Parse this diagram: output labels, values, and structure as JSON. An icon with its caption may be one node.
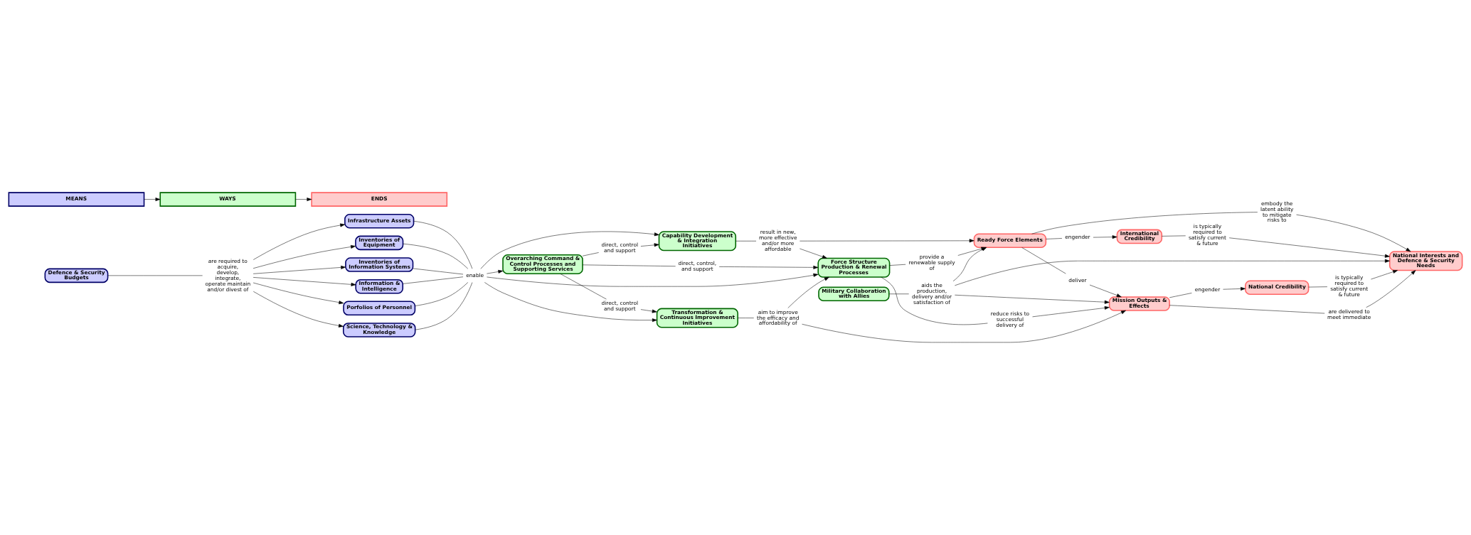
{
  "diagram": {
    "nodes": [
      {
        "text": [
          "Defence & Security Budgets"
        ]
      },
      {
        "text": [
          "Infrastructure Assets"
        ]
      },
      {
        "text": [
          "Inventories of Equipment"
        ]
      },
      {
        "text": [
          "Inventories of Information Systems"
        ]
      },
      {
        "text": [
          "Information & Intelligence"
        ]
      },
      {
        "text": [
          "Porfolios of Personnel"
        ]
      },
      {
        "text": [
          "Science, Technology & Knowledge"
        ]
      },
      {
        "text": [
          "Capability Development & Integration Initiatives"
        ]
      },
      {
        "text": [
          "Overarching Command & Control Processes and Supporting Services"
        ]
      },
      {
        "text": [
          "Transformation & Continuous Improvement Initiatives"
        ]
      },
      {
        "text": [
          "Force Structure Production & Renewal Processes"
        ]
      },
      {
        "text": [
          "Military Collaboration with Allies"
        ]
      },
      {
        "text": [
          "Ready Force Elements"
        ]
      },
      {
        "text": [
          "Mission Outputs & Effects"
        ]
      },
      {
        "text": [
          "International Credibility"
        ]
      },
      {
        "text": [
          "National Interests and Defence & Security Needs"
        ]
      },
      {
        "text": [
          "National Credibility"
        ]
      },
      {
        "text": [
          "MEANS"
        ]
      },
      {
        "text": [
          "WAYS"
        ]
      },
      {
        "text": [
          "ENDS"
        ]
      },
      {
        "text": [
          "are required to acquire, develop, integrate, operate maintain and/or divest of"
        ]
      },
      {
        "text": [
          "enable"
        ]
      },
      {
        "text": [
          "direct, control and support"
        ]
      },
      {
        "text": [
          "direct, control, and support"
        ]
      },
      {
        "text": [
          "direct, control and support"
        ]
      },
      {
        "text": [
          "result in new, more effective and/or more affordable"
        ]
      },
      {
        "text": [
          "aim to improve the efficacy and affordability of"
        ]
      },
      {
        "text": [
          "provide a renewable supply of"
        ]
      },
      {
        "text": [
          "reduce risks to successful delivery of"
        ]
      },
      {
        "text": [
          "deliver"
        ]
      },
      {
        "text": [
          "engender"
        ]
      },
      {
        "text": [
          "embody the latent ability to mitigate risks to"
        ]
      },
      {
        "text": [
          "aids the production, delivery and/or satisfaction of"
        ]
      },
      {
        "text": [
          "is typically required to satisfy current & future"
        ]
      },
      {
        "text": [
          "are delivered to meet immediate"
        ]
      },
      {
        "text": [
          "engender"
        ]
      },
      {
        "text": [
          "is typically required to satisfy current & future"
        ]
      }
    ],
    "edges": [
      {
        "from": 0,
        "to": 20,
        "arrow": "none"
      },
      {
        "from": 20,
        "to": 1,
        "arrow": "to"
      },
      {
        "from": 20,
        "to": 2,
        "arrow": "to"
      },
      {
        "from": 20,
        "to": 3,
        "arrow": "to"
      },
      {
        "from": 20,
        "to": 4,
        "arrow": "to"
      },
      {
        "from": 20,
        "to": 5,
        "arrow": "to"
      },
      {
        "from": 20,
        "to": 6,
        "arrow": "to"
      },
      {
        "from": 1,
        "to": 21,
        "arrow": "none"
      },
      {
        "from": 2,
        "to": 21,
        "arrow": "none"
      },
      {
        "from": 3,
        "to": 21,
        "arrow": "none"
      },
      {
        "from": 4,
        "to": 21,
        "arrow": "none"
      },
      {
        "from": 5,
        "to": 21,
        "arrow": "none"
      },
      {
        "from": 6,
        "to": 21,
        "arrow": "none"
      },
      {
        "from": 21,
        "to": 7,
        "arrow": "to"
      },
      {
        "from": 21,
        "to": 8,
        "arrow": "to"
      },
      {
        "from": 21,
        "to": 10,
        "arrow": "to"
      },
      {
        "from": 21,
        "to": 9,
        "arrow": "to"
      },
      {
        "from": 8,
        "to": 22,
        "arrow": "none"
      },
      {
        "from": 22,
        "to": 7,
        "arrow": "to"
      },
      {
        "from": 8,
        "to": 23,
        "arrow": "none"
      },
      {
        "from": 23,
        "to": 10,
        "arrow": "to"
      },
      {
        "from": 8,
        "to": 24,
        "arrow": "none"
      },
      {
        "from": 24,
        "to": 9,
        "arrow": "to"
      },
      {
        "from": 7,
        "to": 25,
        "arrow": "none"
      },
      {
        "from": 25,
        "to": 10,
        "arrow": "to"
      },
      {
        "from": 25,
        "to": 12,
        "arrow": "to"
      },
      {
        "from": 9,
        "to": 26,
        "arrow": "none"
      },
      {
        "from": 26,
        "to": 10,
        "arrow": "to"
      },
      {
        "from": 26,
        "to": 13,
        "arrow": "to"
      },
      {
        "from": 10,
        "to": 27,
        "arrow": "none"
      },
      {
        "from": 27,
        "to": 12,
        "arrow": "to"
      },
      {
        "from": 10,
        "to": 28,
        "arrow": "none"
      },
      {
        "from": 28,
        "to": 13,
        "arrow": "to"
      },
      {
        "from": 12,
        "to": 29,
        "arrow": "none"
      },
      {
        "from": 29,
        "to": 13,
        "arrow": "to"
      },
      {
        "from": 12,
        "to": 30,
        "arrow": "none"
      },
      {
        "from": 30,
        "to": 14,
        "arrow": "to"
      },
      {
        "from": 12,
        "to": 31,
        "arrow": "none"
      },
      {
        "from": 31,
        "to": 15,
        "arrow": "to"
      },
      {
        "from": 11,
        "to": 32,
        "arrow": "none"
      },
      {
        "from": 32,
        "to": 12,
        "arrow": "to"
      },
      {
        "from": 32,
        "to": 13,
        "arrow": "to"
      },
      {
        "from": 32,
        "to": 15,
        "arrow": "to"
      },
      {
        "from": 14,
        "to": 33,
        "arrow": "none"
      },
      {
        "from": 33,
        "to": 15,
        "arrow": "to"
      },
      {
        "from": 13,
        "to": 34,
        "arrow": "none"
      },
      {
        "from": 34,
        "to": 15,
        "arrow": "to"
      },
      {
        "from": 13,
        "to": 35,
        "arrow": "none"
      },
      {
        "from": 35,
        "to": 16,
        "arrow": "to"
      },
      {
        "from": 16,
        "to": 36,
        "arrow": "none"
      },
      {
        "from": 36,
        "to": 15,
        "arrow": "to"
      },
      {
        "from": 17,
        "to": 18,
        "arrow": "to"
      },
      {
        "from": 18,
        "to": 19,
        "arrow": "to"
      }
    ]
  }
}
